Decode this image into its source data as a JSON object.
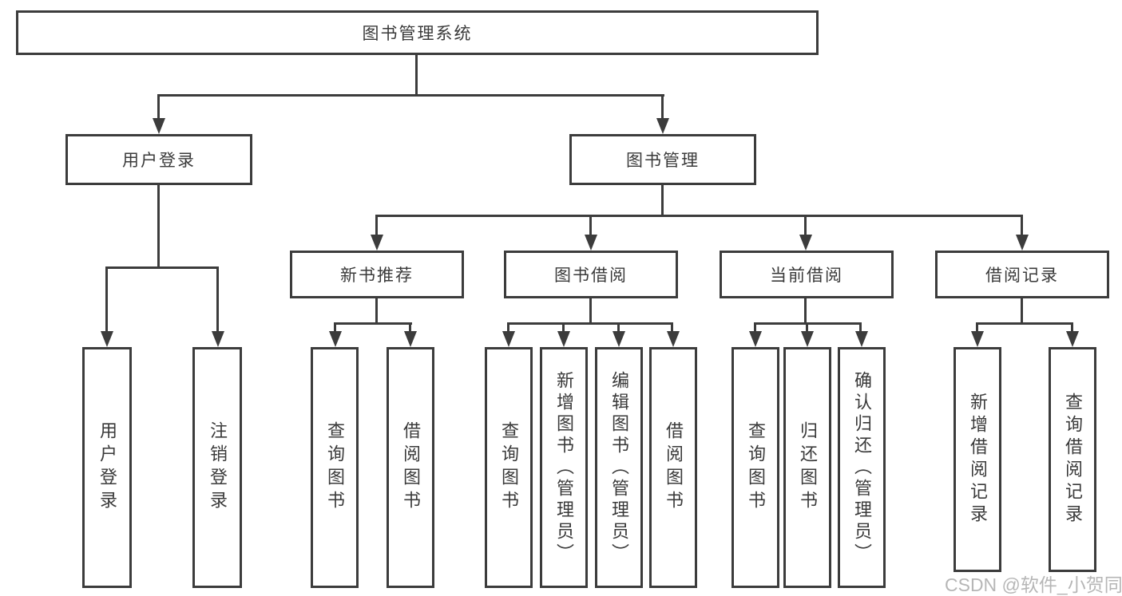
{
  "watermark": "CSDN @软件_小贺同学",
  "colors": {
    "line": "#3c3c3c",
    "text": "#3a3a3a",
    "background": "#ffffff",
    "watermark": "#b0b0b0"
  },
  "tree": {
    "root": "图书管理系统",
    "branches": [
      {
        "label": "用户登录",
        "leaves": [
          "用户登录",
          "注销登录"
        ]
      },
      {
        "label": "图书管理",
        "groups": [
          {
            "label": "新书推荐",
            "leaves": [
              "查询图书",
              "借阅图书"
            ]
          },
          {
            "label": "图书借阅",
            "leaves": [
              "查询图书",
              "新增图书（管理员）",
              "编辑图书（管理员）",
              "借阅图书"
            ]
          },
          {
            "label": "当前借阅",
            "leaves": [
              "查询图书",
              "归还图书",
              "确认归还（管理员）"
            ]
          },
          {
            "label": "借阅记录",
            "leaves": [
              "新增借阅记录",
              "查询借阅记录"
            ]
          }
        ]
      }
    ]
  }
}
